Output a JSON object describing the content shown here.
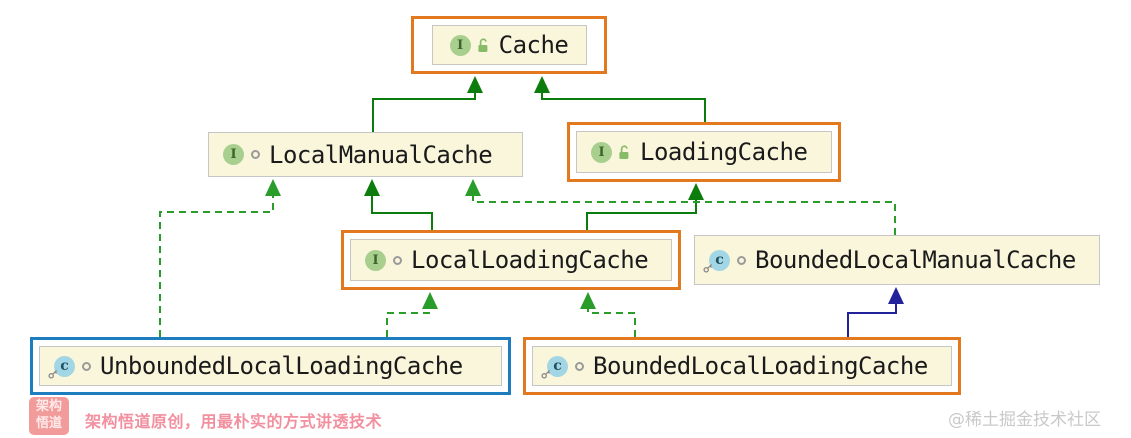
{
  "diagram": {
    "nodes": [
      {
        "id": "cache",
        "label": "Cache",
        "kind": "interface",
        "icon_letter": "I",
        "modifier": "public-lock",
        "highlight": "orange"
      },
      {
        "id": "local-manual-cache",
        "label": "LocalManualCache",
        "kind": "interface",
        "icon_letter": "I",
        "modifier": "package-circle",
        "highlight": "none"
      },
      {
        "id": "loading-cache",
        "label": "LoadingCache",
        "kind": "interface",
        "icon_letter": "I",
        "modifier": "public-lock",
        "highlight": "orange"
      },
      {
        "id": "local-loading-cache",
        "label": "LocalLoadingCache",
        "kind": "interface",
        "icon_letter": "I",
        "modifier": "package-circle",
        "highlight": "orange"
      },
      {
        "id": "bounded-local-manual-cache",
        "label": "BoundedLocalManualCache",
        "kind": "class",
        "icon_letter": "c",
        "modifier": "package-circle",
        "highlight": "none"
      },
      {
        "id": "unbounded-local-loading-cache",
        "label": "UnboundedLocalLoadingCache",
        "kind": "class",
        "icon_letter": "c",
        "modifier": "package-circle",
        "highlight": "blue"
      },
      {
        "id": "bounded-local-loading-cache",
        "label": "BoundedLocalLoadingCache",
        "kind": "class",
        "icon_letter": "c",
        "modifier": "package-circle",
        "highlight": "orange"
      }
    ],
    "edges": [
      {
        "from": "LocalManualCache",
        "to": "Cache",
        "type": "extends",
        "style": "solid-green"
      },
      {
        "from": "LoadingCache",
        "to": "Cache",
        "type": "extends",
        "style": "solid-green"
      },
      {
        "from": "LocalLoadingCache",
        "to": "LocalManualCache",
        "type": "extends",
        "style": "solid-green"
      },
      {
        "from": "LocalLoadingCache",
        "to": "LoadingCache",
        "type": "extends",
        "style": "solid-green"
      },
      {
        "from": "UnboundedLocalLoadingCache",
        "to": "LocalManualCache",
        "type": "implements",
        "style": "dashed-green"
      },
      {
        "from": "BoundedLocalManualCache",
        "to": "LocalManualCache",
        "type": "implements",
        "style": "dashed-green"
      },
      {
        "from": "UnboundedLocalLoadingCache",
        "to": "LocalLoadingCache",
        "type": "implements",
        "style": "dashed-green"
      },
      {
        "from": "BoundedLocalLoadingCache",
        "to": "LocalLoadingCache",
        "type": "implements",
        "style": "dashed-green"
      },
      {
        "from": "BoundedLocalLoadingCache",
        "to": "BoundedLocalManualCache",
        "type": "extends",
        "style": "solid-navy"
      }
    ]
  },
  "footer": {
    "badge_line1": "架构",
    "badge_line2": "悟道",
    "watermark_left": "架构悟道原创，用最朴实的方式讲透技术",
    "watermark_right": "@稀土掘金技术社区"
  },
  "colors": {
    "background": "#ffffff",
    "node_fill": "#faf6dc",
    "node_border": "#c6c6c6",
    "highlight_orange": "#e2791f",
    "highlight_blue": "#1e7dbe",
    "edge_green_solid": "#0c7d0c",
    "edge_green_dashed": "#2a9c2a",
    "edge_navy": "#22229b",
    "interface_icon": "#a8cf8e",
    "class_icon": "#a3d6e4",
    "watermark_pink": "#f29b9b",
    "watermark_gray": "#c9c9c9"
  }
}
